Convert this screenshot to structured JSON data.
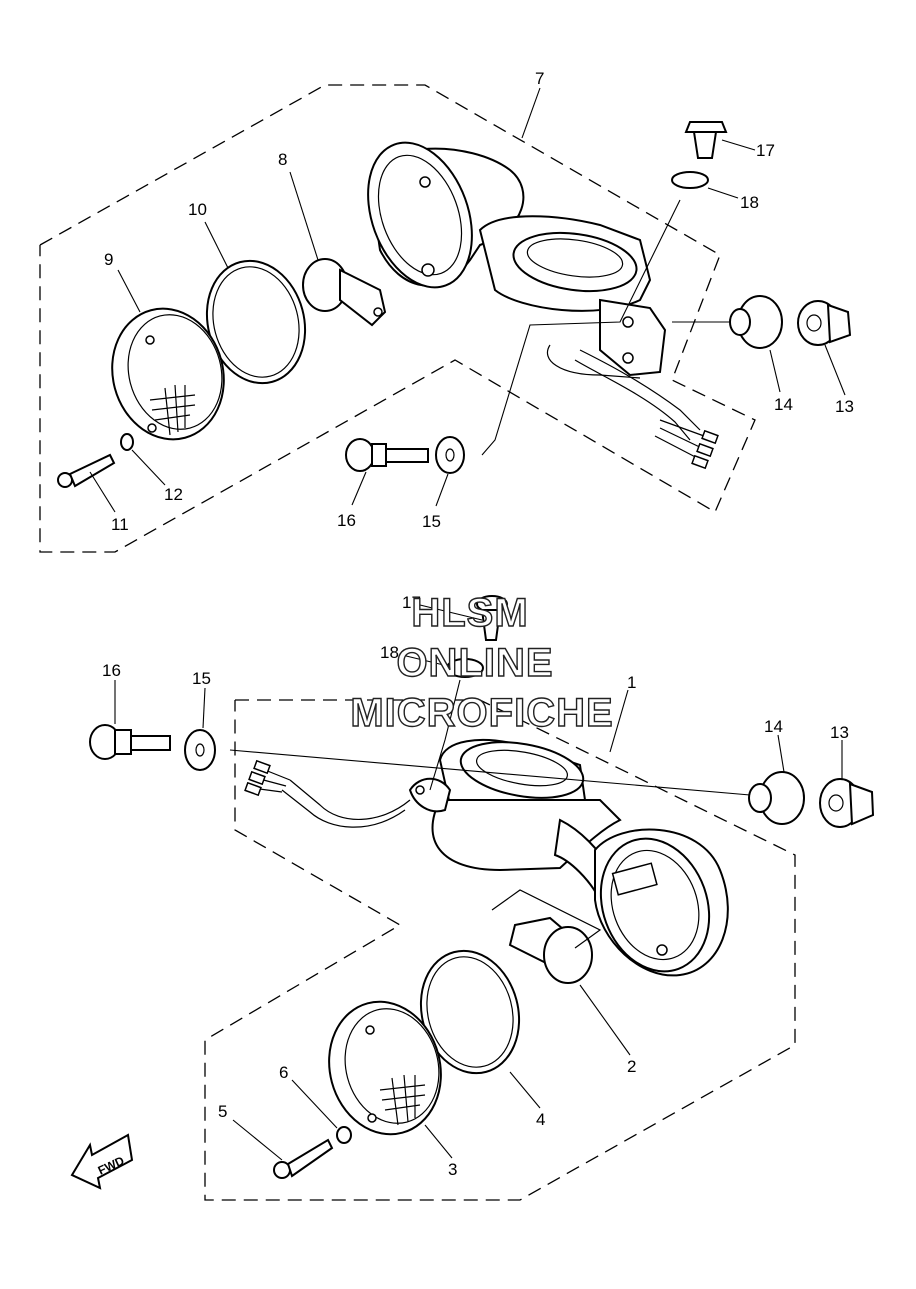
{
  "upper_labels": [
    "7",
    "17",
    "18",
    "8",
    "10",
    "9",
    "14",
    "13",
    "12",
    "11",
    "16",
    "15"
  ],
  "lower_labels": [
    "17",
    "18",
    "1",
    "16",
    "15",
    "14",
    "13",
    "2",
    "4",
    "6",
    "5",
    "3"
  ],
  "fwd_text": "FWD",
  "watermark": {
    "line1": "HLSM",
    "line2": "ONLINE",
    "line3": "MICROFICHE"
  },
  "colors": {
    "line": "#000000",
    "background": "#ffffff"
  }
}
